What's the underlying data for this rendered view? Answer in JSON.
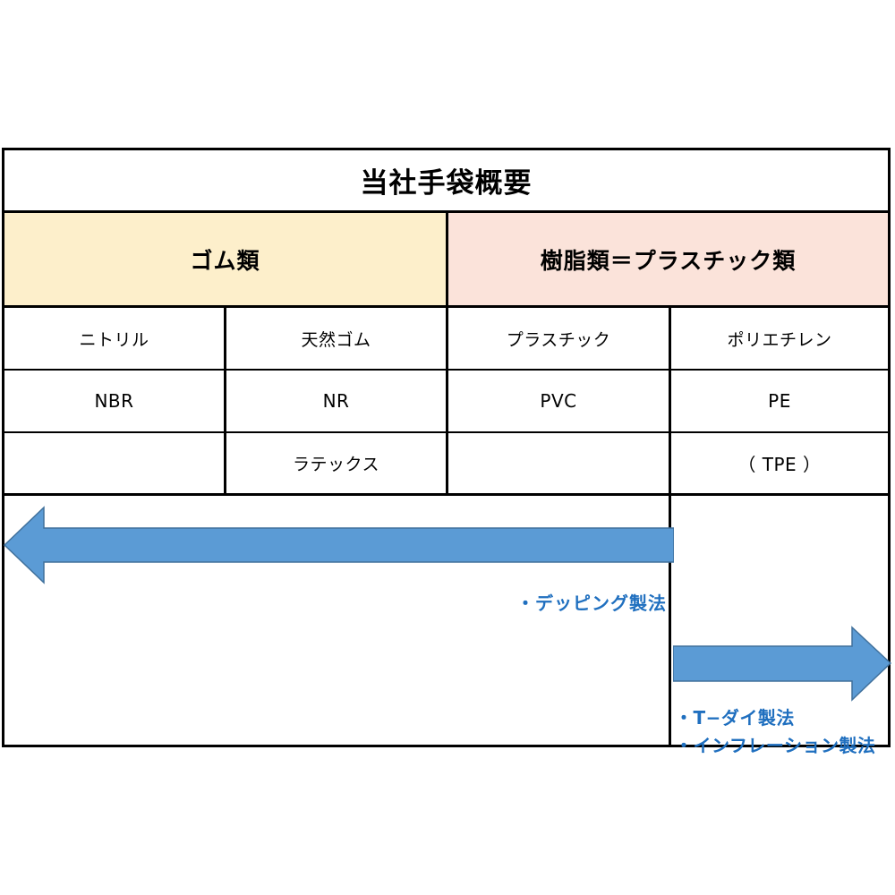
{
  "diagram": {
    "title": "当社手袋概要",
    "categories": [
      {
        "label": "ゴム類",
        "color": "#FDEFCB"
      },
      {
        "label": "樹脂類＝プラスチック類",
        "color": "#FBE3DA"
      }
    ],
    "columns": [
      {
        "name": "ニトリル",
        "abbr": "NBR",
        "extra": ""
      },
      {
        "name": "天然ゴム",
        "abbr": "NR",
        "extra": "ラテックス"
      },
      {
        "name": "プラスチック",
        "abbr": "PVC",
        "extra": ""
      },
      {
        "name": "ポリエチレン",
        "abbr": "PE",
        "extra": "（ TPE ）"
      }
    ],
    "rows": {
      "names": [
        "ニトリル",
        "天然ゴム",
        "プラスチック",
        "ポリエチレン"
      ],
      "abbrs": [
        "NBR",
        "NR",
        "PVC",
        "PE"
      ],
      "extras": [
        "",
        "ラテックス",
        "",
        "（ TPE ）"
      ]
    },
    "arrows": [
      {
        "name": "dipping-arrow",
        "direction": "left",
        "color": "#5B9BD5",
        "outline": "#41719C",
        "label": "・デッピング製法"
      },
      {
        "name": "extrusion-arrow",
        "direction": "right",
        "color": "#5B9BD5",
        "outline": "#41719C",
        "labels": [
          "・T−ダイ製法",
          "・インフレーション製法"
        ]
      }
    ],
    "process_labels": {
      "dipping": "・デッピング製法",
      "t_die": "・T−ダイ製法",
      "inflation": "・インフレーション製法"
    },
    "colors": {
      "rubber_band": "#FDEFCB",
      "resin_band": "#FBE3DA",
      "arrow_fill": "#5B9BD5",
      "arrow_stroke": "#41719C",
      "label_text": "#1F6FBF",
      "border": "#000000"
    }
  }
}
